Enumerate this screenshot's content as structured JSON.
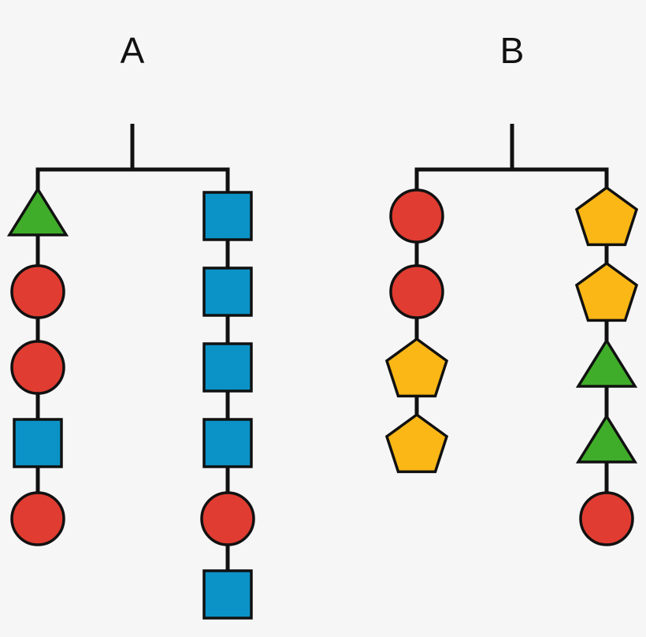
{
  "colors": {
    "background": "#f6f6f7",
    "line": "#111111",
    "red": "#e03c31",
    "blue": "#0b93c7",
    "green": "#40ad2a",
    "yellow": "#fbb716"
  },
  "mobiles": [
    {
      "label": "A",
      "branches": [
        [
          "triangle",
          "circle",
          "circle",
          "square",
          "circle"
        ],
        [
          "square",
          "square",
          "square",
          "square",
          "circle",
          "square"
        ]
      ]
    },
    {
      "label": "B",
      "branches": [
        [
          "circle",
          "circle",
          "pentagon",
          "pentagon"
        ],
        [
          "pentagon",
          "pentagon",
          "triangle",
          "triangle",
          "circle"
        ]
      ]
    }
  ],
  "shape_colors": {
    "circle": "red",
    "square": "blue",
    "triangle": "green",
    "pentagon": "yellow"
  }
}
